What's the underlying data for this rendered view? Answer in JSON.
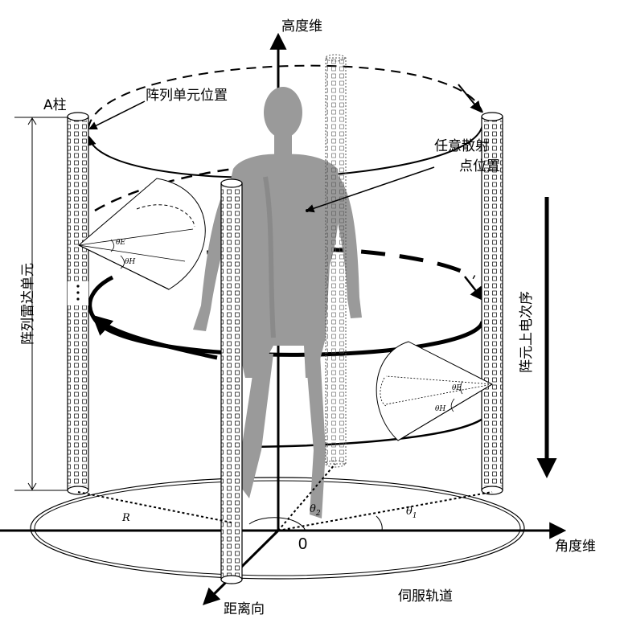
{
  "labels": {
    "height_axis": "高度维",
    "angle_axis": "角度维",
    "range_axis": "距离向",
    "origin": "0",
    "pillar_a": "A柱",
    "array_element_position": "阵列单元位置",
    "scatter_point_position_line1": "任意散射",
    "scatter_point_position_line2": "点位置",
    "array_radar_units": "阵列雷达单元",
    "element_power_order": "阵元上电次序",
    "servo_track": "伺服轨道",
    "radius": "R",
    "theta1": "θ",
    "theta1_sub": "1",
    "theta2": "θ",
    "theta2_sub": "2",
    "theta_e": "θE",
    "theta_h": "θH"
  },
  "colors": {
    "line": "#000000",
    "pillar_fill": "#ffffff",
    "figure": "#9a9a9a",
    "figure_dark": "#7a7a7a",
    "background": "#ffffff"
  }
}
